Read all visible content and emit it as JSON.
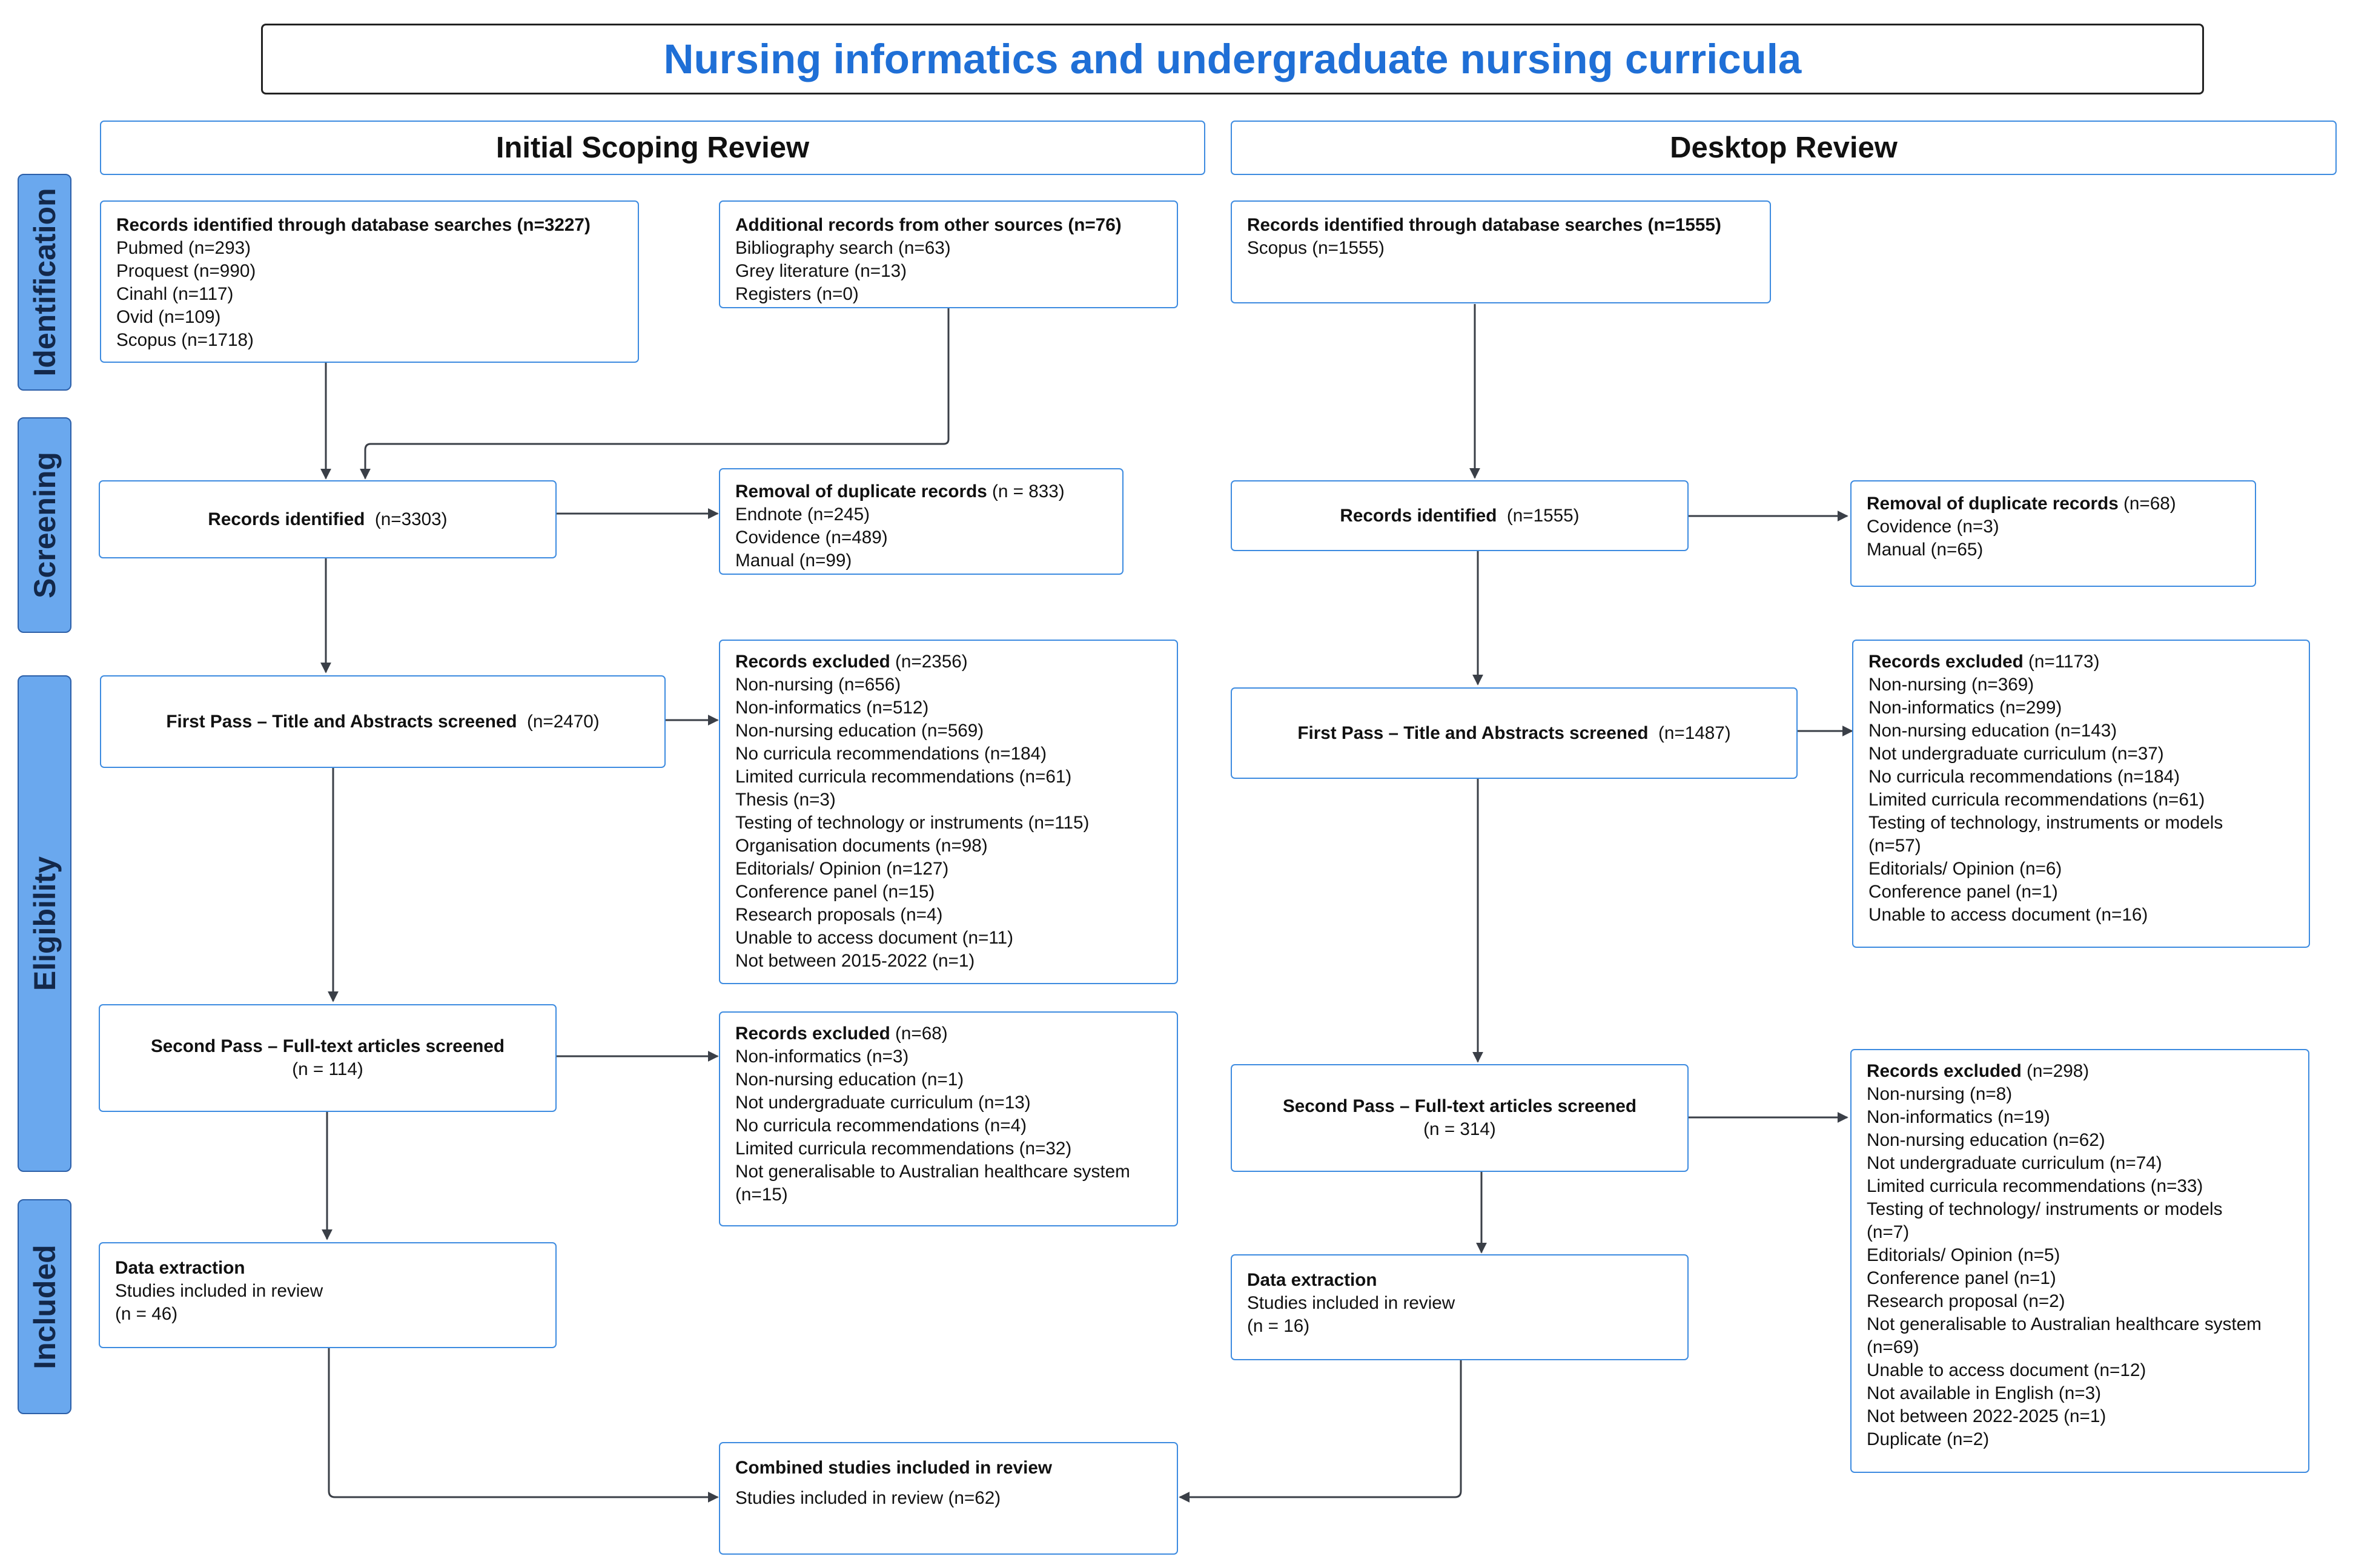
{
  "title": "Nursing informatics and undergraduate nursing curricula",
  "columns": {
    "left": "Initial Scoping Review",
    "right": "Desktop Review"
  },
  "stages": [
    "Identification",
    "Screening",
    "Eligibility",
    "Included"
  ],
  "colors": {
    "title_text": "#1f6fd6",
    "box_border": "#3d8be0",
    "stage_fill": "#6aa8ee",
    "arrow": "#3a3f47"
  },
  "left": {
    "identified": {
      "head": "Records identified through database searches (n=3227)",
      "lines": [
        "Pubmed (n=293)",
        "Proquest (n=990)",
        "Cinahl (n=117)",
        "Ovid (n=109)",
        "Scopus (n=1718)"
      ]
    },
    "additional": {
      "head": "Additional records from other sources (n=76)",
      "lines": [
        "Bibliography search (n=63)",
        "Grey literature (n=13)",
        "Registers (n=0)"
      ]
    },
    "records": {
      "head": "Records identified",
      "count": "(n=3303)"
    },
    "duplicates": {
      "head": "Removal of duplicate records",
      "count": "(n = 833)",
      "lines": [
        "Endnote (n=245)",
        "Covidence (n=489)",
        "Manual (n=99)"
      ]
    },
    "first_pass": {
      "head": "First Pass – Title and Abstracts screened",
      "count": "(n=2470)"
    },
    "excluded1": {
      "head": "Records excluded",
      "count": "(n=2356)",
      "lines": [
        "Non-nursing (n=656)",
        "Non-informatics (n=512)",
        "Non-nursing education (n=569)",
        "No curricula recommendations (n=184)",
        "Limited curricula recommendations (n=61)",
        "Thesis (n=3)",
        "Testing of technology or instruments (n=115)",
        "Organisation documents (n=98)",
        "Editorials/ Opinion (n=127)",
        "Conference panel (n=15)",
        "Research proposals (n=4)",
        "Unable to access document (n=11)",
        "Not between 2015-2022 (n=1)"
      ]
    },
    "second_pass": {
      "head": "Second Pass – Full-text articles screened",
      "count": "(n = 114)"
    },
    "excluded2": {
      "head": "Records excluded",
      "count": "(n=68)",
      "lines": [
        "Non-informatics (n=3)",
        "Non-nursing education (n=1)",
        "Not undergraduate curriculum (n=13)",
        "No curricula recommendations (n=4)",
        "Limited curricula recommendations (n=32)",
        "Not generalisable to Australian healthcare system",
        "(n=15)"
      ]
    },
    "extraction": {
      "head": "Data extraction",
      "lines": [
        "Studies included in review",
        "(n = 46)"
      ]
    }
  },
  "right": {
    "identified": {
      "head": "Records identified through database searches (n=1555)",
      "lines": [
        "Scopus (n=1555)"
      ]
    },
    "records": {
      "head": "Records identified",
      "count": "(n=1555)"
    },
    "duplicates": {
      "head": "Removal of duplicate records",
      "count": "(n=68)",
      "lines": [
        "Covidence (n=3)",
        "Manual (n=65)"
      ]
    },
    "first_pass": {
      "head": "First Pass – Title and Abstracts screened",
      "count": "(n=1487)"
    },
    "excluded1": {
      "head": "Records excluded",
      "count": "(n=1173)",
      "lines": [
        "Non-nursing (n=369)",
        "Non-informatics (n=299)",
        "Non-nursing education (n=143)",
        "Not undergraduate curriculum (n=37)",
        "No curricula recommendations (n=184)",
        "Limited curricula recommendations (n=61)",
        "Testing of technology, instruments or models",
        "(n=57)",
        "Editorials/ Opinion (n=6)",
        "Conference panel (n=1)",
        "Unable to access document (n=16)"
      ]
    },
    "second_pass": {
      "head": "Second Pass – Full-text articles screened",
      "count": "(n = 314)"
    },
    "excluded2": {
      "head": "Records excluded",
      "count": "(n=298)",
      "lines": [
        "Non-nursing (n=8)",
        "Non-informatics (n=19)",
        "Non-nursing education (n=62)",
        "Not undergraduate curriculum (n=74)",
        "Limited curricula recommendations (n=33)",
        "Testing of technology/ instruments or models",
        "(n=7)",
        "Editorials/ Opinion (n=5)",
        "Conference panel (n=1)",
        "Research proposal (n=2)",
        "Not generalisable to Australian healthcare system",
        "(n=69)",
        "Unable to access document (n=12)",
        "Not available in English (n=3)",
        "Not between 2022-2025 (n=1)",
        "Duplicate (n=2)"
      ]
    },
    "extraction": {
      "head": "Data extraction",
      "lines": [
        "Studies included in review",
        "(n = 16)"
      ]
    }
  },
  "combined": {
    "head": "Combined studies included in review",
    "lines": [
      "Studies included in review (n=62)"
    ]
  }
}
